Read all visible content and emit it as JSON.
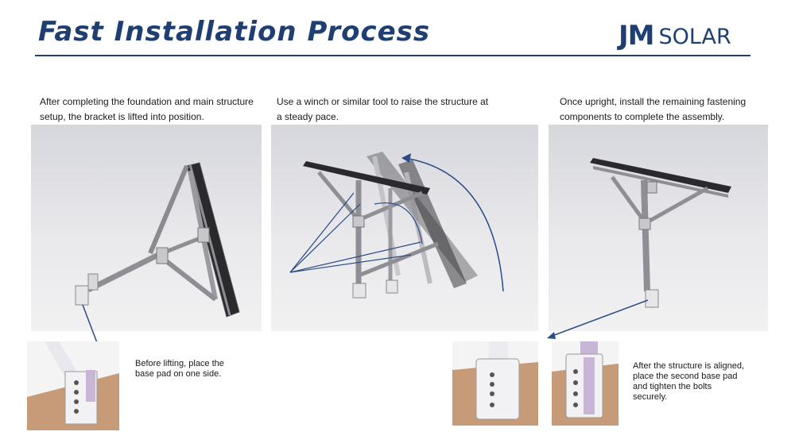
{
  "header": {
    "title": "Fast Installation Process",
    "logo_jm": "JM",
    "logo_solar": "SOLAR"
  },
  "steps": [
    {
      "caption": "After completing the foundation and main structure setup, the bracket is lifted into position."
    },
    {
      "caption": "Use a winch or similar tool to raise the structure at a steady pace."
    },
    {
      "caption": "Once upright, install the remaining fastening components to complete the assembly."
    }
  ],
  "insets": {
    "before_lifting": "Before lifting, place the base pad on one side.",
    "after_aligned": "After the structure is aligned, place the second base pad and tighten the bolts securely."
  },
  "colors": {
    "title": "#1f3f73",
    "arrow": "#2b4a86",
    "panel_bg": "#e4e4e8",
    "ground": "#c79a78"
  }
}
